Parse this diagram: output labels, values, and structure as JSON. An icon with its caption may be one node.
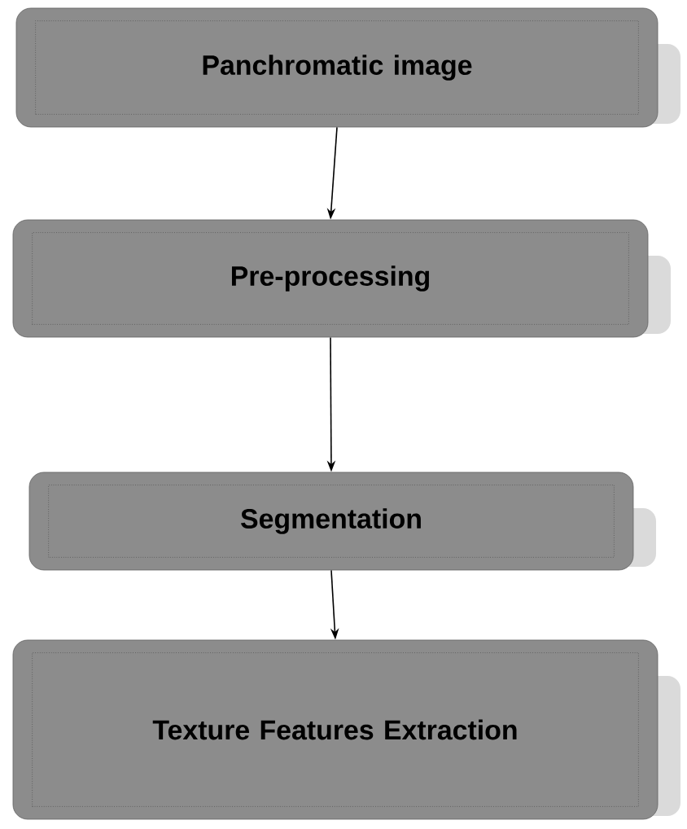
{
  "diagram": {
    "nodes": [
      {
        "text": [
          "Panchromatic image"
        ]
      },
      {
        "text": [
          "Pre-processing"
        ]
      },
      {
        "text": [
          "Segmentation"
        ]
      },
      {
        "text": [
          "Texture Features Extraction"
        ]
      }
    ],
    "edges": [
      {
        "from": 0,
        "to": 1,
        "arrow": "to"
      },
      {
        "from": 1,
        "to": 2,
        "arrow": "to"
      },
      {
        "from": 2,
        "to": 3,
        "arrow": "to"
      }
    ]
  }
}
